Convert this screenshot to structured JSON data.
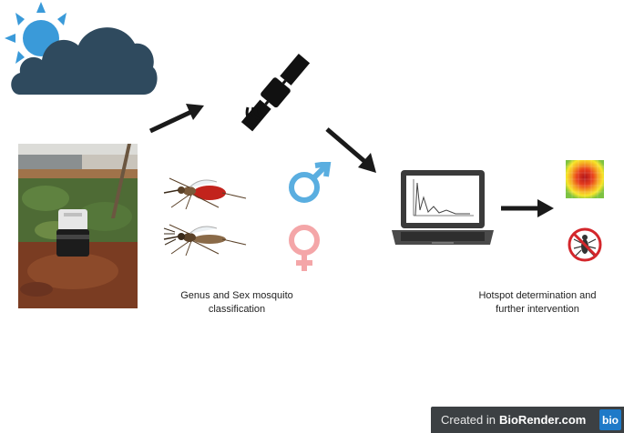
{
  "captions": {
    "classification": {
      "line1": "Genus and Sex mosquito",
      "line2": "classification"
    },
    "hotspot": {
      "line1": "Hotspot determination and",
      "line2": "further intervention"
    }
  },
  "badge": {
    "created": "Created in",
    "brand": "BioRender.com",
    "logo": "bio"
  },
  "icons": [
    "sun-cloud-icon",
    "satellite-icon",
    "mosquito-trap-photo",
    "female-mosquito-icon",
    "male-mosquito-icon",
    "male-symbol-icon",
    "female-symbol-icon",
    "laptop-chart-icon",
    "heatmap-icon",
    "no-mosquito-icon"
  ],
  "colors": {
    "cloud": "#2f4a5e",
    "sun": "#3a9ad9",
    "male_symbol": "#5aaee0",
    "female_symbol": "#f4a6a8",
    "arrow": "#1a1a1a",
    "badge_bg": "#3c4043",
    "badge_logo": "#1f7ac8"
  }
}
